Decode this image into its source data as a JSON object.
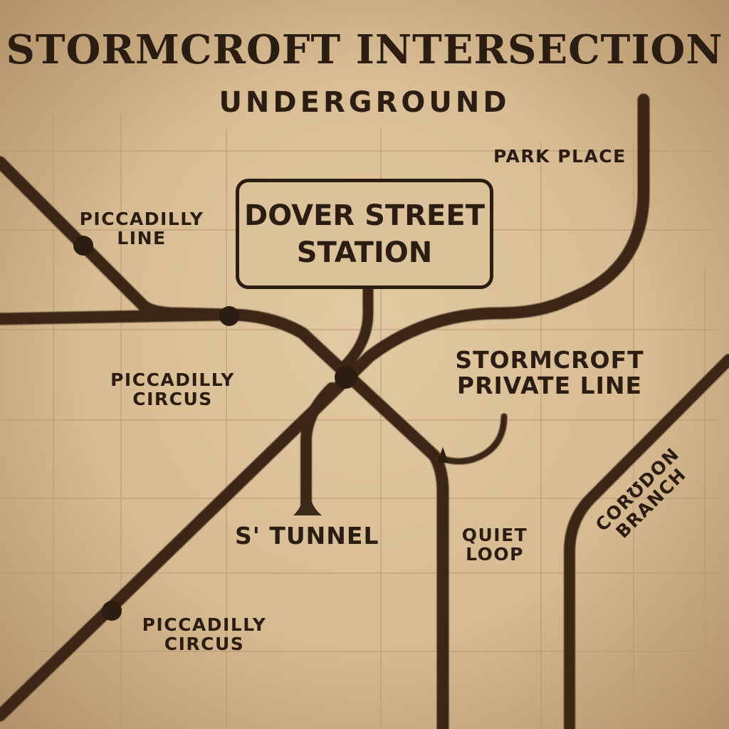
{
  "map": {
    "title": "STORMCROFT INTERSECTION",
    "subtitle": "UNDERGROUND"
  },
  "station_sign": {
    "line1": "DOVER STREET",
    "line2": "STATION"
  },
  "labels": {
    "park_place": "PARK PLACE",
    "piccadilly_line_1": "PICCADILLY",
    "piccadilly_line_2": "LINE",
    "piccadilly_circus_upper_1": "PICCADILLY",
    "piccadilly_circus_upper_2": "CIRCUS",
    "stormcroft_private_line_1": "STORMCROFT",
    "stormcroft_private_line_2": "PRIVATE LINE",
    "s_tunnel": "S' TUNNEL",
    "quiet_loop_1": "QUIET",
    "quiet_loop_2": "LOOP",
    "croydon_branch_1": "CORƱDON",
    "croydon_branch_2": "BRANCH",
    "piccadilly_circus_lower_1": "PICCADILLY",
    "piccadilly_circus_lower_2": "CIRCUS"
  },
  "colors": {
    "ink": "#2b1d12",
    "track": "#3a2818",
    "paper": "#d6ba90",
    "grid": "#b89a72"
  }
}
